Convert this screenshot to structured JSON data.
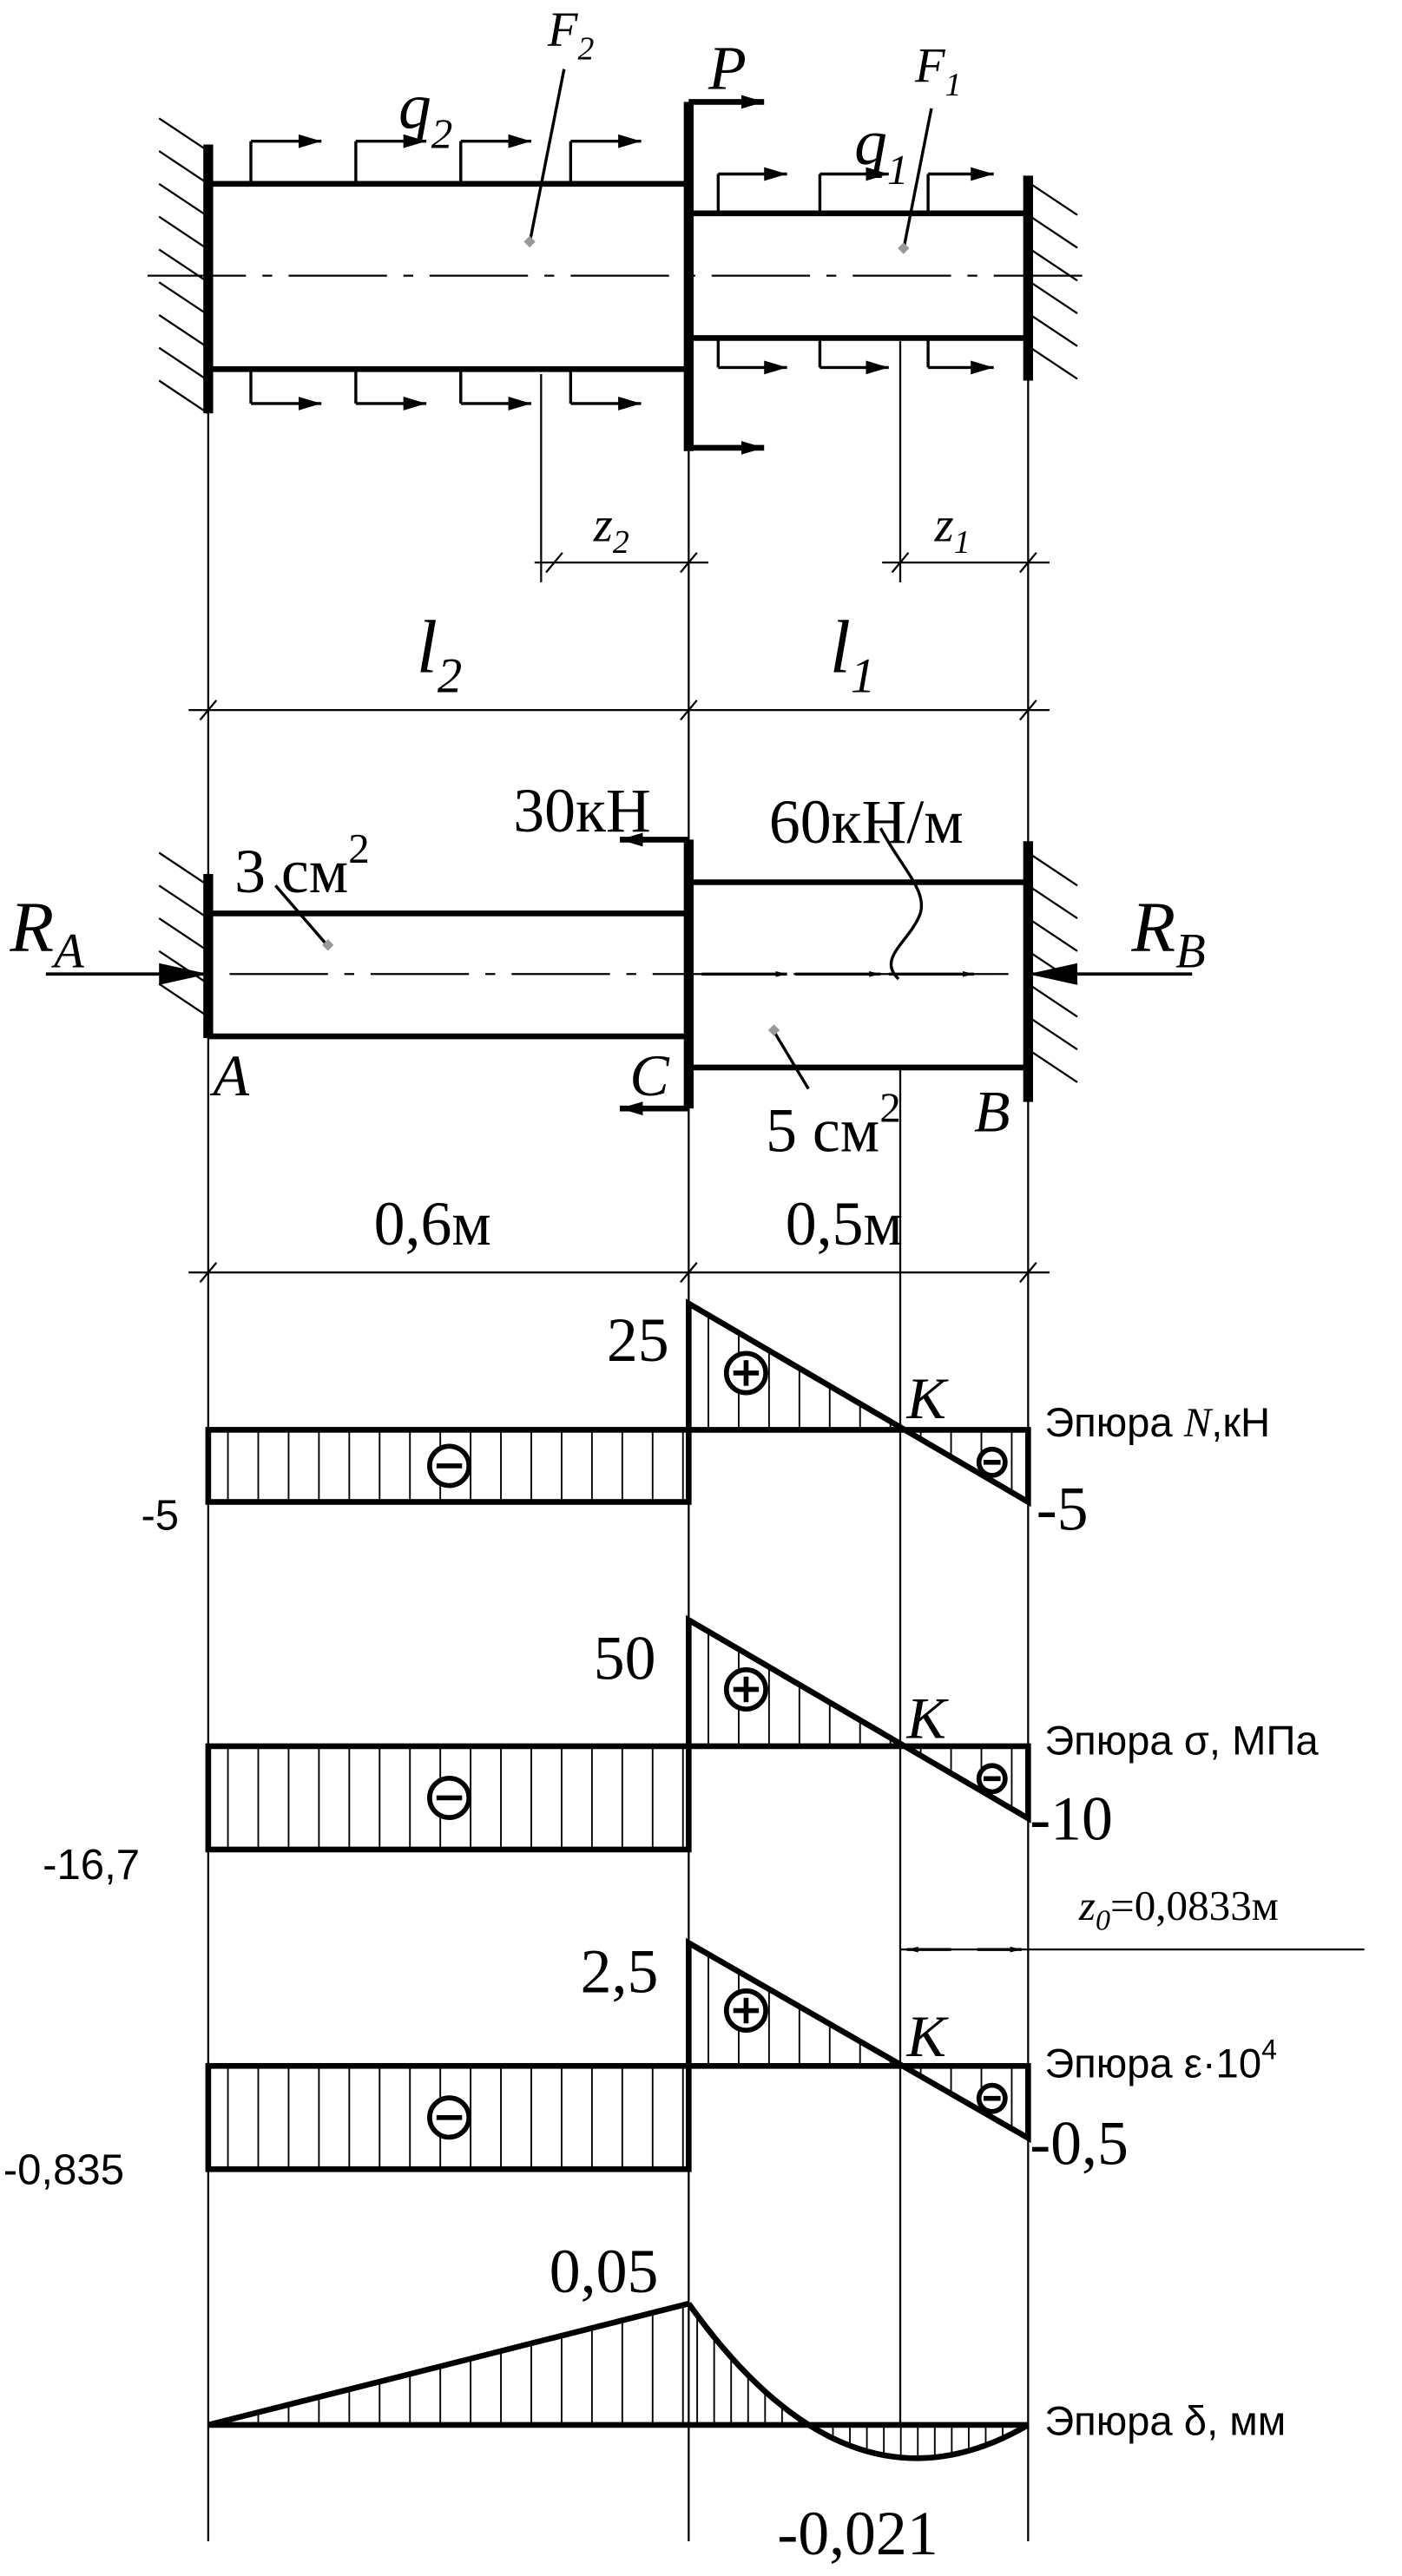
{
  "top": {
    "q2": "q",
    "q2_sub": "2",
    "q1": "q",
    "q1_sub": "1",
    "F2": "F",
    "F2_sub": "2",
    "F1": "F",
    "F1_sub": "1",
    "P": "P",
    "z2": "z",
    "z2_sub": "2",
    "z1": "z",
    "z1_sub": "1",
    "l2": "l",
    "l2_sub": "2",
    "l1": "l",
    "l1_sub": "1"
  },
  "numeric": {
    "RA": "R",
    "RA_sub": "A",
    "RB": "R",
    "RB_sub": "B",
    "force": "30кН",
    "load": "60кН/м",
    "area_left": "3 см",
    "area_left_exp": "2",
    "area_right": "5 см",
    "area_right_exp": "2",
    "pt_A": "A",
    "pt_C": "C",
    "pt_B": "B",
    "len_left": "0,6м",
    "len_right": "0,5м"
  },
  "epures": {
    "N": {
      "title_pre": "Эпюра ",
      "title_var": "N",
      "title_post": ",кН",
      "left": "-5",
      "peak": "25",
      "end": "-5",
      "K": "K"
    },
    "sigma": {
      "title": "Эпюра σ, МПа",
      "left": "-16,7",
      "peak": "50",
      "end": "-10",
      "K": "K"
    },
    "z0": {
      "label": "z",
      "sub": "0",
      "value": "=0,0833м"
    },
    "eps": {
      "title": "Эпюра ε·10",
      "exp": "4",
      "left": "-0,835",
      "peak": "2,5",
      "end": "-0,5",
      "K": "K"
    },
    "delta": {
      "title": "Эпюра δ, мм",
      "peak": "0,05",
      "min": "-0,021"
    }
  }
}
